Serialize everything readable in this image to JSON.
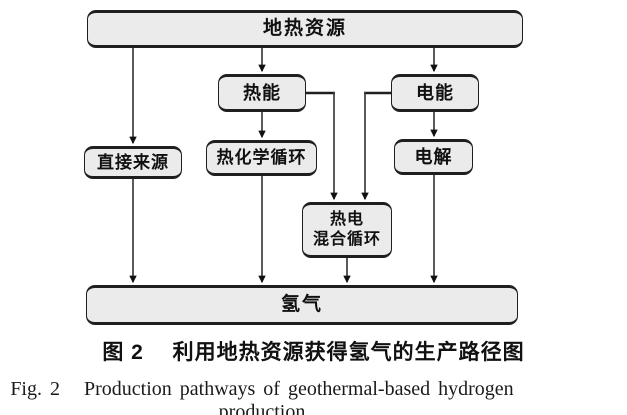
{
  "figure": {
    "caption_zh": "图 2　 利用地热资源获得氢气的生产路径图",
    "caption_en": "Fig. 2   Production pathways of geothermal-based hydrogen production"
  },
  "diagram": {
    "colors": {
      "background": "#ffffff",
      "box_fill": "#ebebeb",
      "box_border": "#1f1f1f",
      "connector": "#3d3d3d",
      "arrowhead": "#111111",
      "text": "#111111"
    },
    "nodes": {
      "geothermal": {
        "label": "地热资源"
      },
      "thermal": {
        "label": "热能"
      },
      "electric": {
        "label": "电能"
      },
      "direct": {
        "label": "直接来源"
      },
      "thermochemical": {
        "label": "热化学循环"
      },
      "electrolysis": {
        "label": "电解"
      },
      "hybrid": {
        "label": "热电\n混合循环"
      },
      "hydrogen": {
        "label": "氢气"
      }
    },
    "edges": [
      {
        "from": "地热资源",
        "to": "直接来源"
      },
      {
        "from": "地热资源",
        "to": "热能"
      },
      {
        "from": "地热资源",
        "to": "电能"
      },
      {
        "from": "热能",
        "to": "热化学循环"
      },
      {
        "from": "热能",
        "to": "热电混合循环"
      },
      {
        "from": "电能",
        "to": "电解"
      },
      {
        "from": "电能",
        "to": "热电混合循环"
      },
      {
        "from": "直接来源",
        "to": "氢气"
      },
      {
        "from": "热化学循环",
        "to": "氢气"
      },
      {
        "from": "热电混合循环",
        "to": "氢气"
      },
      {
        "from": "电解",
        "to": "氢气"
      }
    ]
  }
}
